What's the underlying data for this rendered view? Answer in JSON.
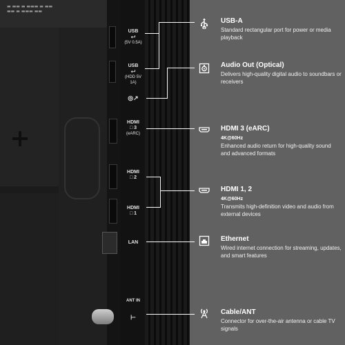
{
  "ports_on_device": {
    "usb1": {
      "title": "USB",
      "sub": "(5V 0.5A)"
    },
    "usb2": {
      "title": "USB",
      "sub": "(HDD 5V 1A)"
    },
    "hdmi3": {
      "title": "HDMI",
      "num": "3",
      "sub": "(eARC)"
    },
    "hdmi2": {
      "title": "HDMI",
      "num": "2"
    },
    "hdmi1": {
      "title": "HDMI",
      "num": "1"
    },
    "lan": "LAN",
    "ant": "ANT IN"
  },
  "items": [
    {
      "icon": "usb-icon",
      "title": "USB-A",
      "spec": "",
      "desc": "Standard rectangular port for power or media playback"
    },
    {
      "icon": "audio-out-icon",
      "title": "Audio Out (Optical)",
      "spec": "",
      "desc": "Delivers high-quality digital audio to soundbars or receivers"
    },
    {
      "icon": "hdmi-icon",
      "title": "HDMI 3 (eARC)",
      "spec": "4K@60Hz",
      "desc": "Enhanced audio return for high-quality sound and advanced formats"
    },
    {
      "icon": "hdmi-icon",
      "title": "HDMI 1, 2",
      "spec": "4K@60Hz",
      "desc": "Transmits high-definition video and audio from external devices"
    },
    {
      "icon": "ethernet-icon",
      "title": "Ethernet",
      "spec": "",
      "desc": "Wired internet connection for streaming, updates, and smart features"
    },
    {
      "icon": "antenna-icon",
      "title": "Cable/ANT",
      "spec": "",
      "desc": "Connector for over-the-air antenna or cable TV signals"
    }
  ],
  "colors": {
    "panel": "#616161",
    "text": "#ffffff",
    "lines": "#ffffff"
  }
}
